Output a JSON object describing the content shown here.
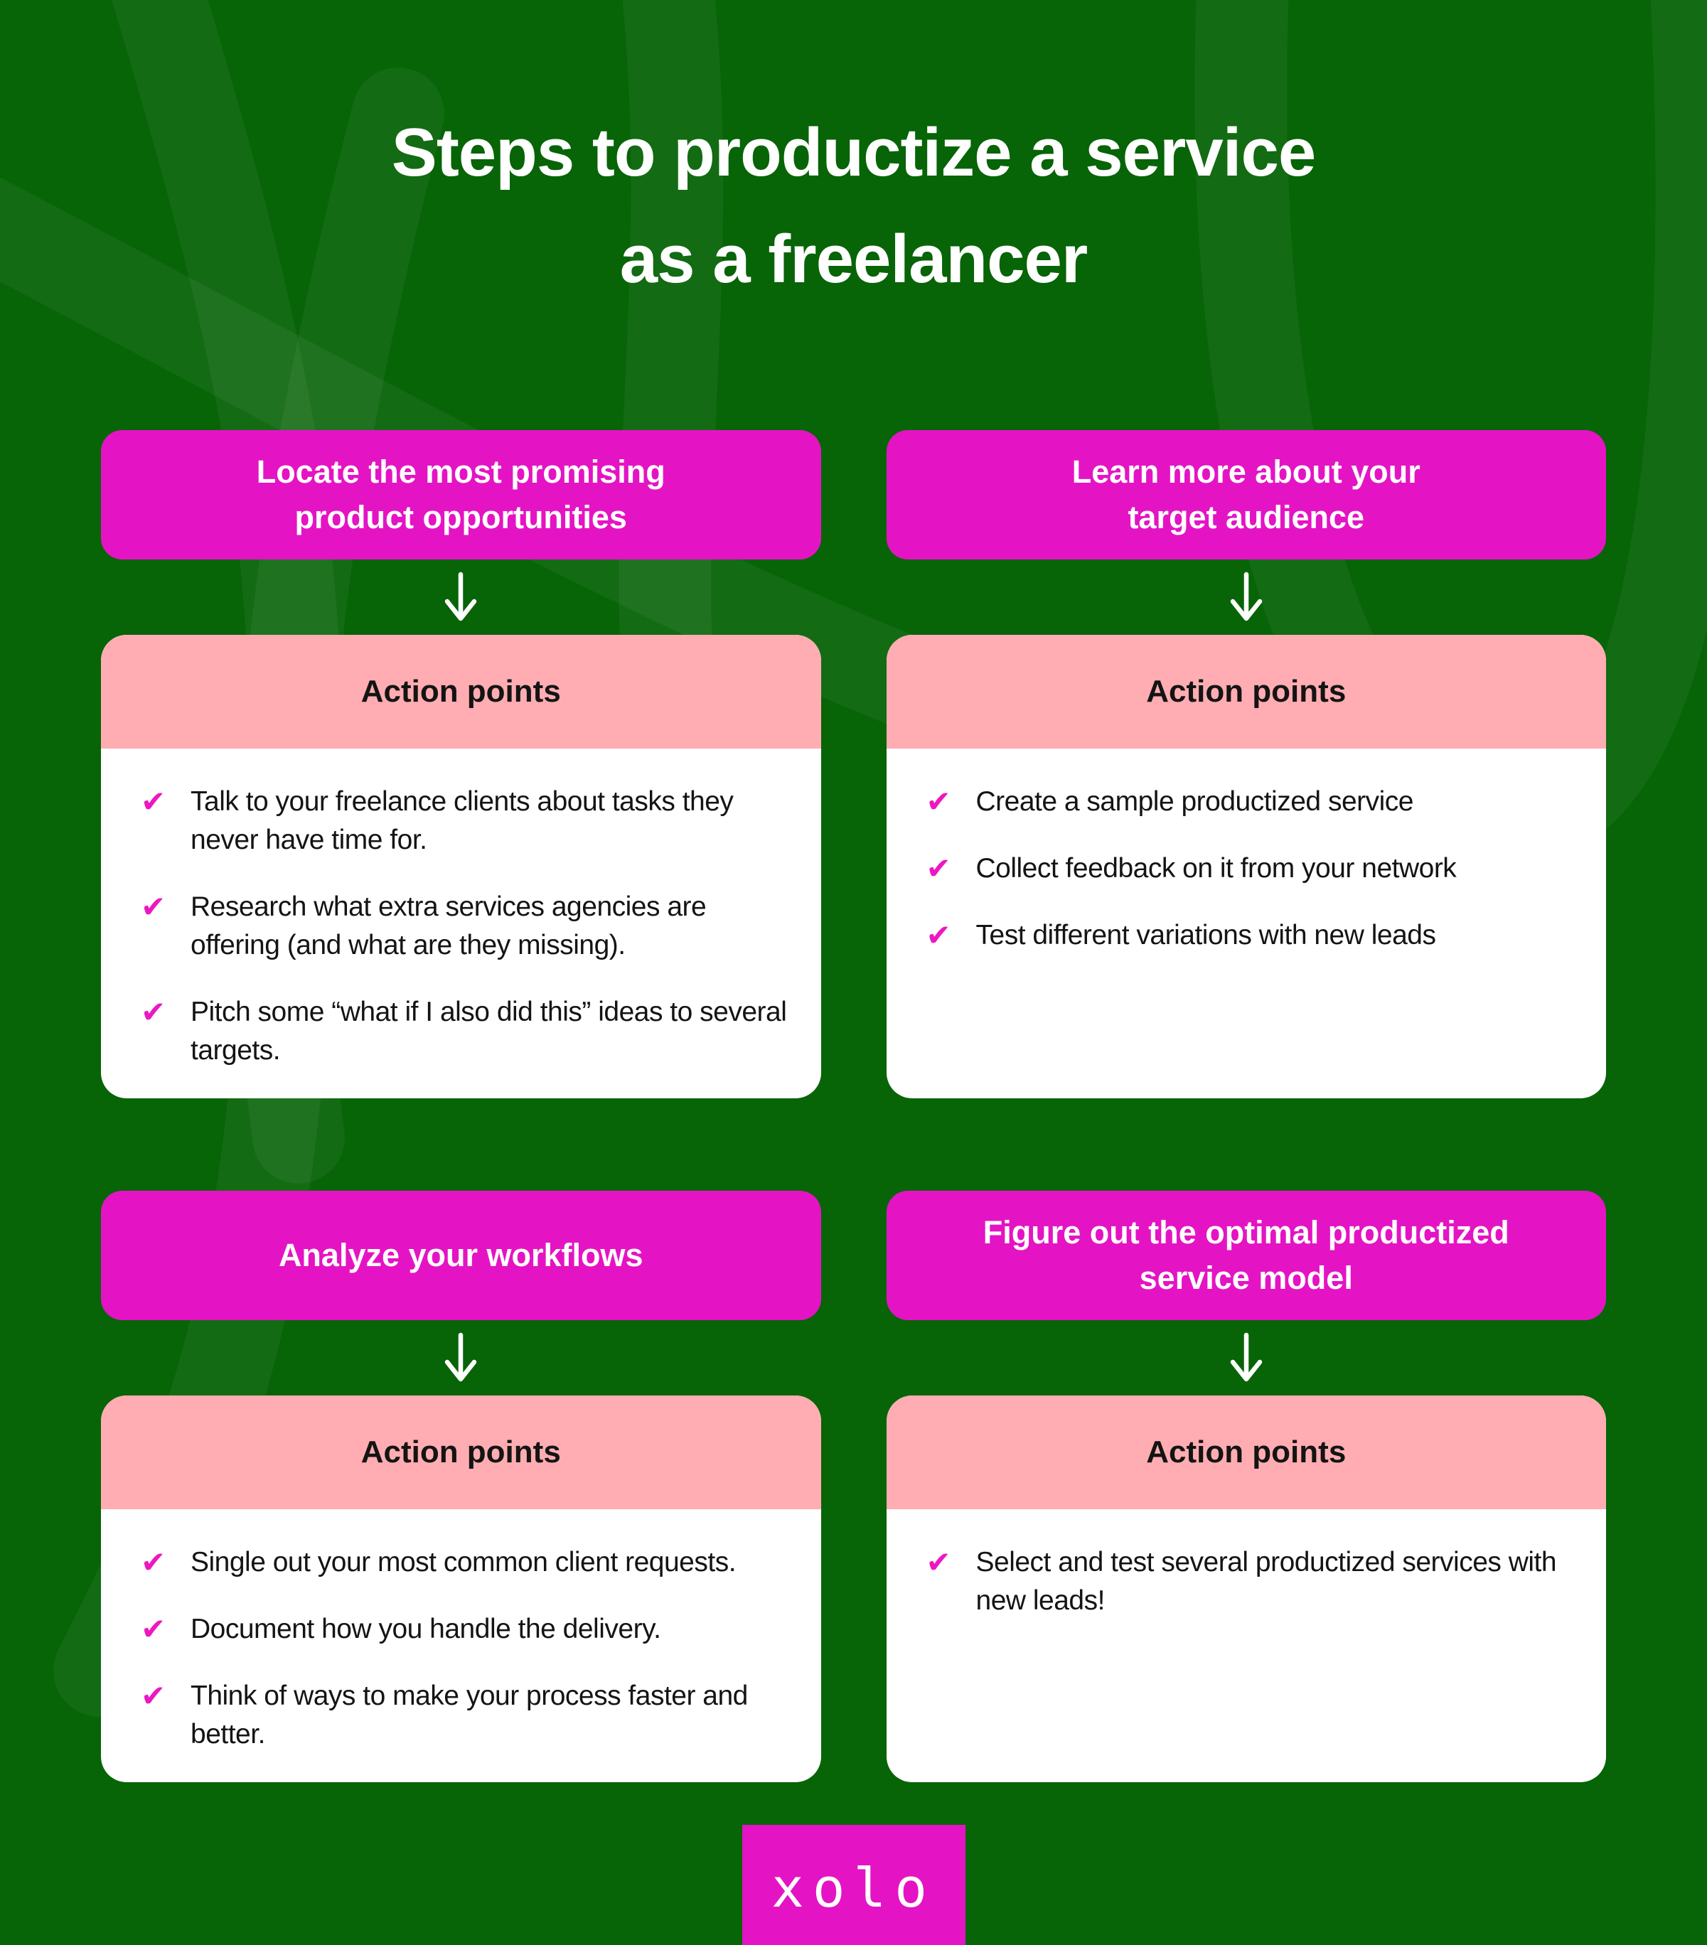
{
  "title": {
    "text": "Steps to productize a service\nas a freelancer"
  },
  "colors": {
    "background_green": "#076407",
    "watermark_green": "#177017",
    "accent_magenta": "#E414C4",
    "action_header_pink": "#FFADB2",
    "card_white": "#FFFFFF",
    "text_dark": "#141414",
    "text_white": "#FFFFFF",
    "check_magenta": "#EC18C2"
  },
  "icons": {
    "check": "✔",
    "down_arrow": "down-arrow"
  },
  "sections": [
    {
      "header": "Locate the most promising\nproduct opportunities",
      "action_title": "Action points",
      "items": [
        "Talk to your freelance clients about tasks they never have time for.",
        "Research what extra services agencies are offering (and what are they missing).",
        "Pitch some “what if I also did this” ideas to several targets."
      ]
    },
    {
      "header": "Learn more about your\ntarget audience",
      "action_title": "Action points",
      "items": [
        "Create a sample productized service",
        "Collect feedback on it from your network",
        "Test different variations with new leads"
      ]
    },
    {
      "header": "Analyze your workflows",
      "action_title": "Action points",
      "items": [
        "Single out your most common client requests.",
        "Document how you handle the delivery.",
        "Think of ways to make your process faster and better."
      ]
    },
    {
      "header": "Figure out the optimal productized\nservice model",
      "action_title": "Action points",
      "items": [
        "Select and test several productized services with new leads!"
      ]
    }
  ],
  "logo": {
    "text": "xolo"
  }
}
